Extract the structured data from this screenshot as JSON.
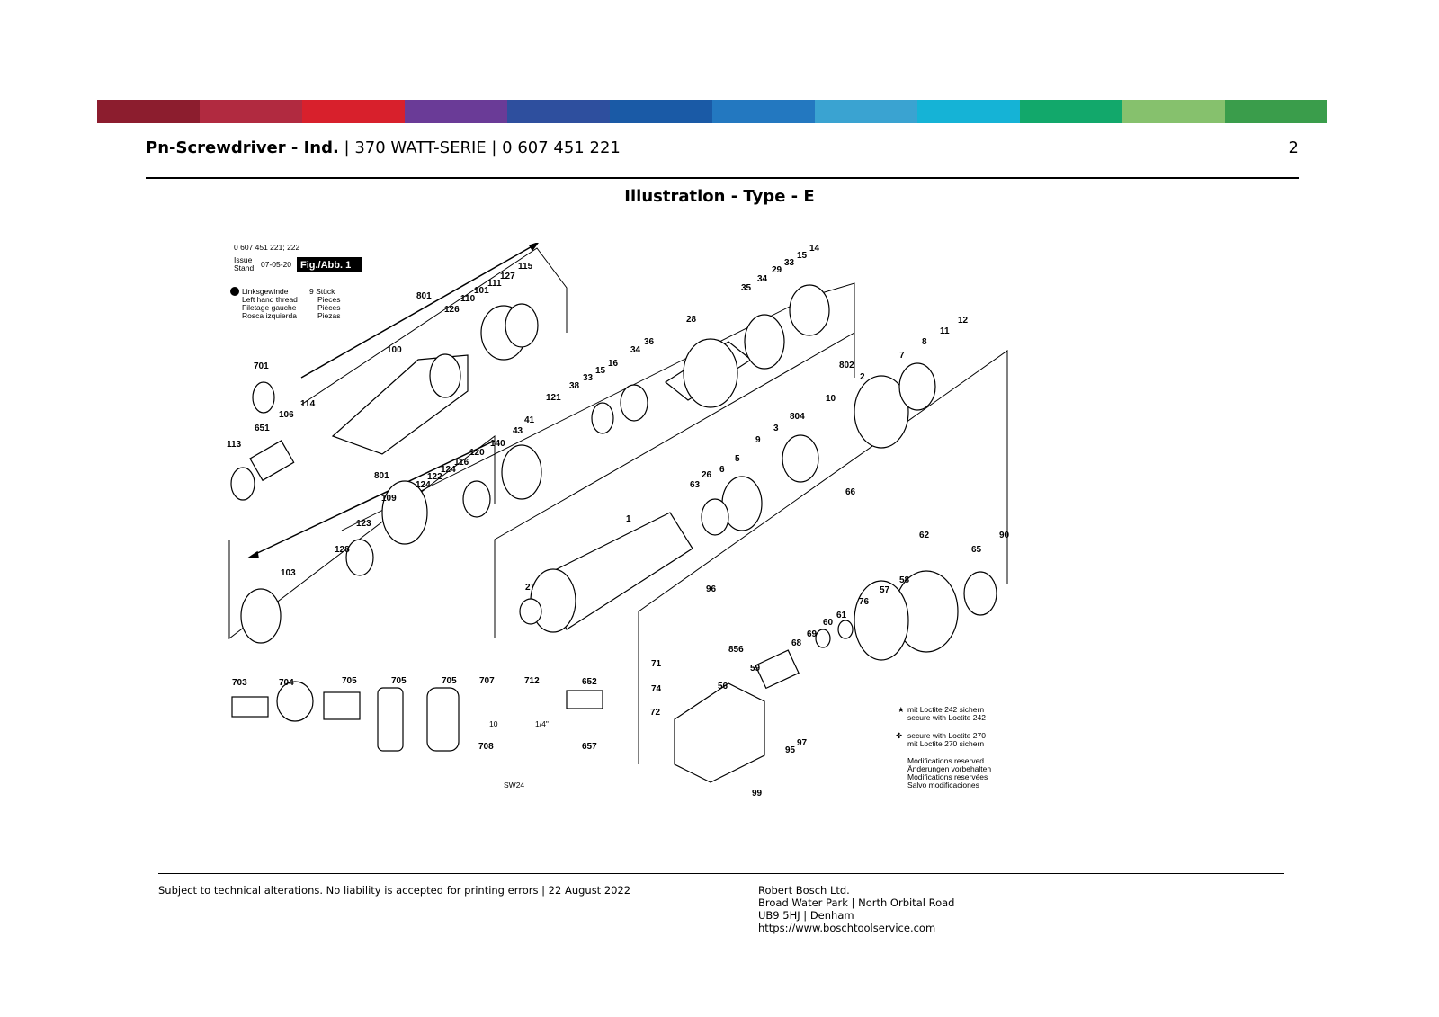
{
  "colorbar": [
    "#8c1d2e",
    "#b12a40",
    "#d8202c",
    "#6a3b97",
    "#2e4f9e",
    "#1a5aa6",
    "#2378c0",
    "#3aa3d1",
    "#15b3d6",
    "#12a86b",
    "#86c16d",
    "#3a9d4b"
  ],
  "header": {
    "title_bold": "Pn-Screwdriver - Ind.",
    "title_rest": " | 370 WATT-SERIE | 0 607 451 221",
    "page_number": "2"
  },
  "subtitle": "Illustration - Type - E",
  "figure": {
    "part_numbers_ref": "0 607 451 221; 222",
    "issue_label": "Issue",
    "stand_label": "Stand",
    "issue_date": "07-05-20",
    "fig_label": "Fig./Abb. 1",
    "left_thread": [
      "Linksgewinde",
      "Left hand thread",
      "Filetage gauche",
      "Rosca izquierda"
    ],
    "pieces": [
      "9 Stück",
      "Pieces",
      "Pièces",
      "Piezas"
    ],
    "loctite_242": [
      "mit Loctite 242 sichern",
      "secure with Loctite 242"
    ],
    "loctite_270": [
      "secure with Loctite 270",
      "mit Loctite 270 sichern"
    ],
    "modifications": [
      "Modifications reserved",
      "Änderungen vorbehalten",
      "Modifications reservées",
      "Salvo modificaciones"
    ],
    "wrench_size": "SW24",
    "key_size_1": "10",
    "key_size_2": "1/4\"",
    "part_labels": [
      "801",
      "115",
      "127",
      "111",
      "101",
      "110",
      "126",
      "100",
      "701",
      "114",
      "106",
      "651",
      "113",
      "14",
      "15",
      "33",
      "29",
      "34",
      "35",
      "28",
      "36",
      "34",
      "16",
      "15",
      "33",
      "38",
      "121",
      "12",
      "11",
      "8",
      "7",
      "802",
      "2",
      "10",
      "804",
      "3",
      "9",
      "5",
      "6",
      "26",
      "63",
      "66",
      "140",
      "120",
      "41",
      "43",
      "116",
      "124",
      "122",
      "124",
      "801",
      "109",
      "123",
      "128",
      "103",
      "1",
      "96",
      "27",
      "62",
      "90",
      "65",
      "58",
      "57",
      "76",
      "61",
      "60",
      "69",
      "68",
      "856",
      "59",
      "56",
      "71",
      "74",
      "72",
      "97",
      "95",
      "99",
      "703",
      "704",
      "705",
      "705",
      "705",
      "707",
      "712",
      "652",
      "708",
      "657"
    ]
  },
  "footer": {
    "left": "Subject to technical alterations. No liability is accepted for printing errors | 22 August 2022",
    "company": "Robert Bosch Ltd.",
    "address1": "Broad Water Park | North Orbital Road",
    "address2": "UB9 5HJ | Denham",
    "website": "https://www.boschtoolservice.com"
  }
}
